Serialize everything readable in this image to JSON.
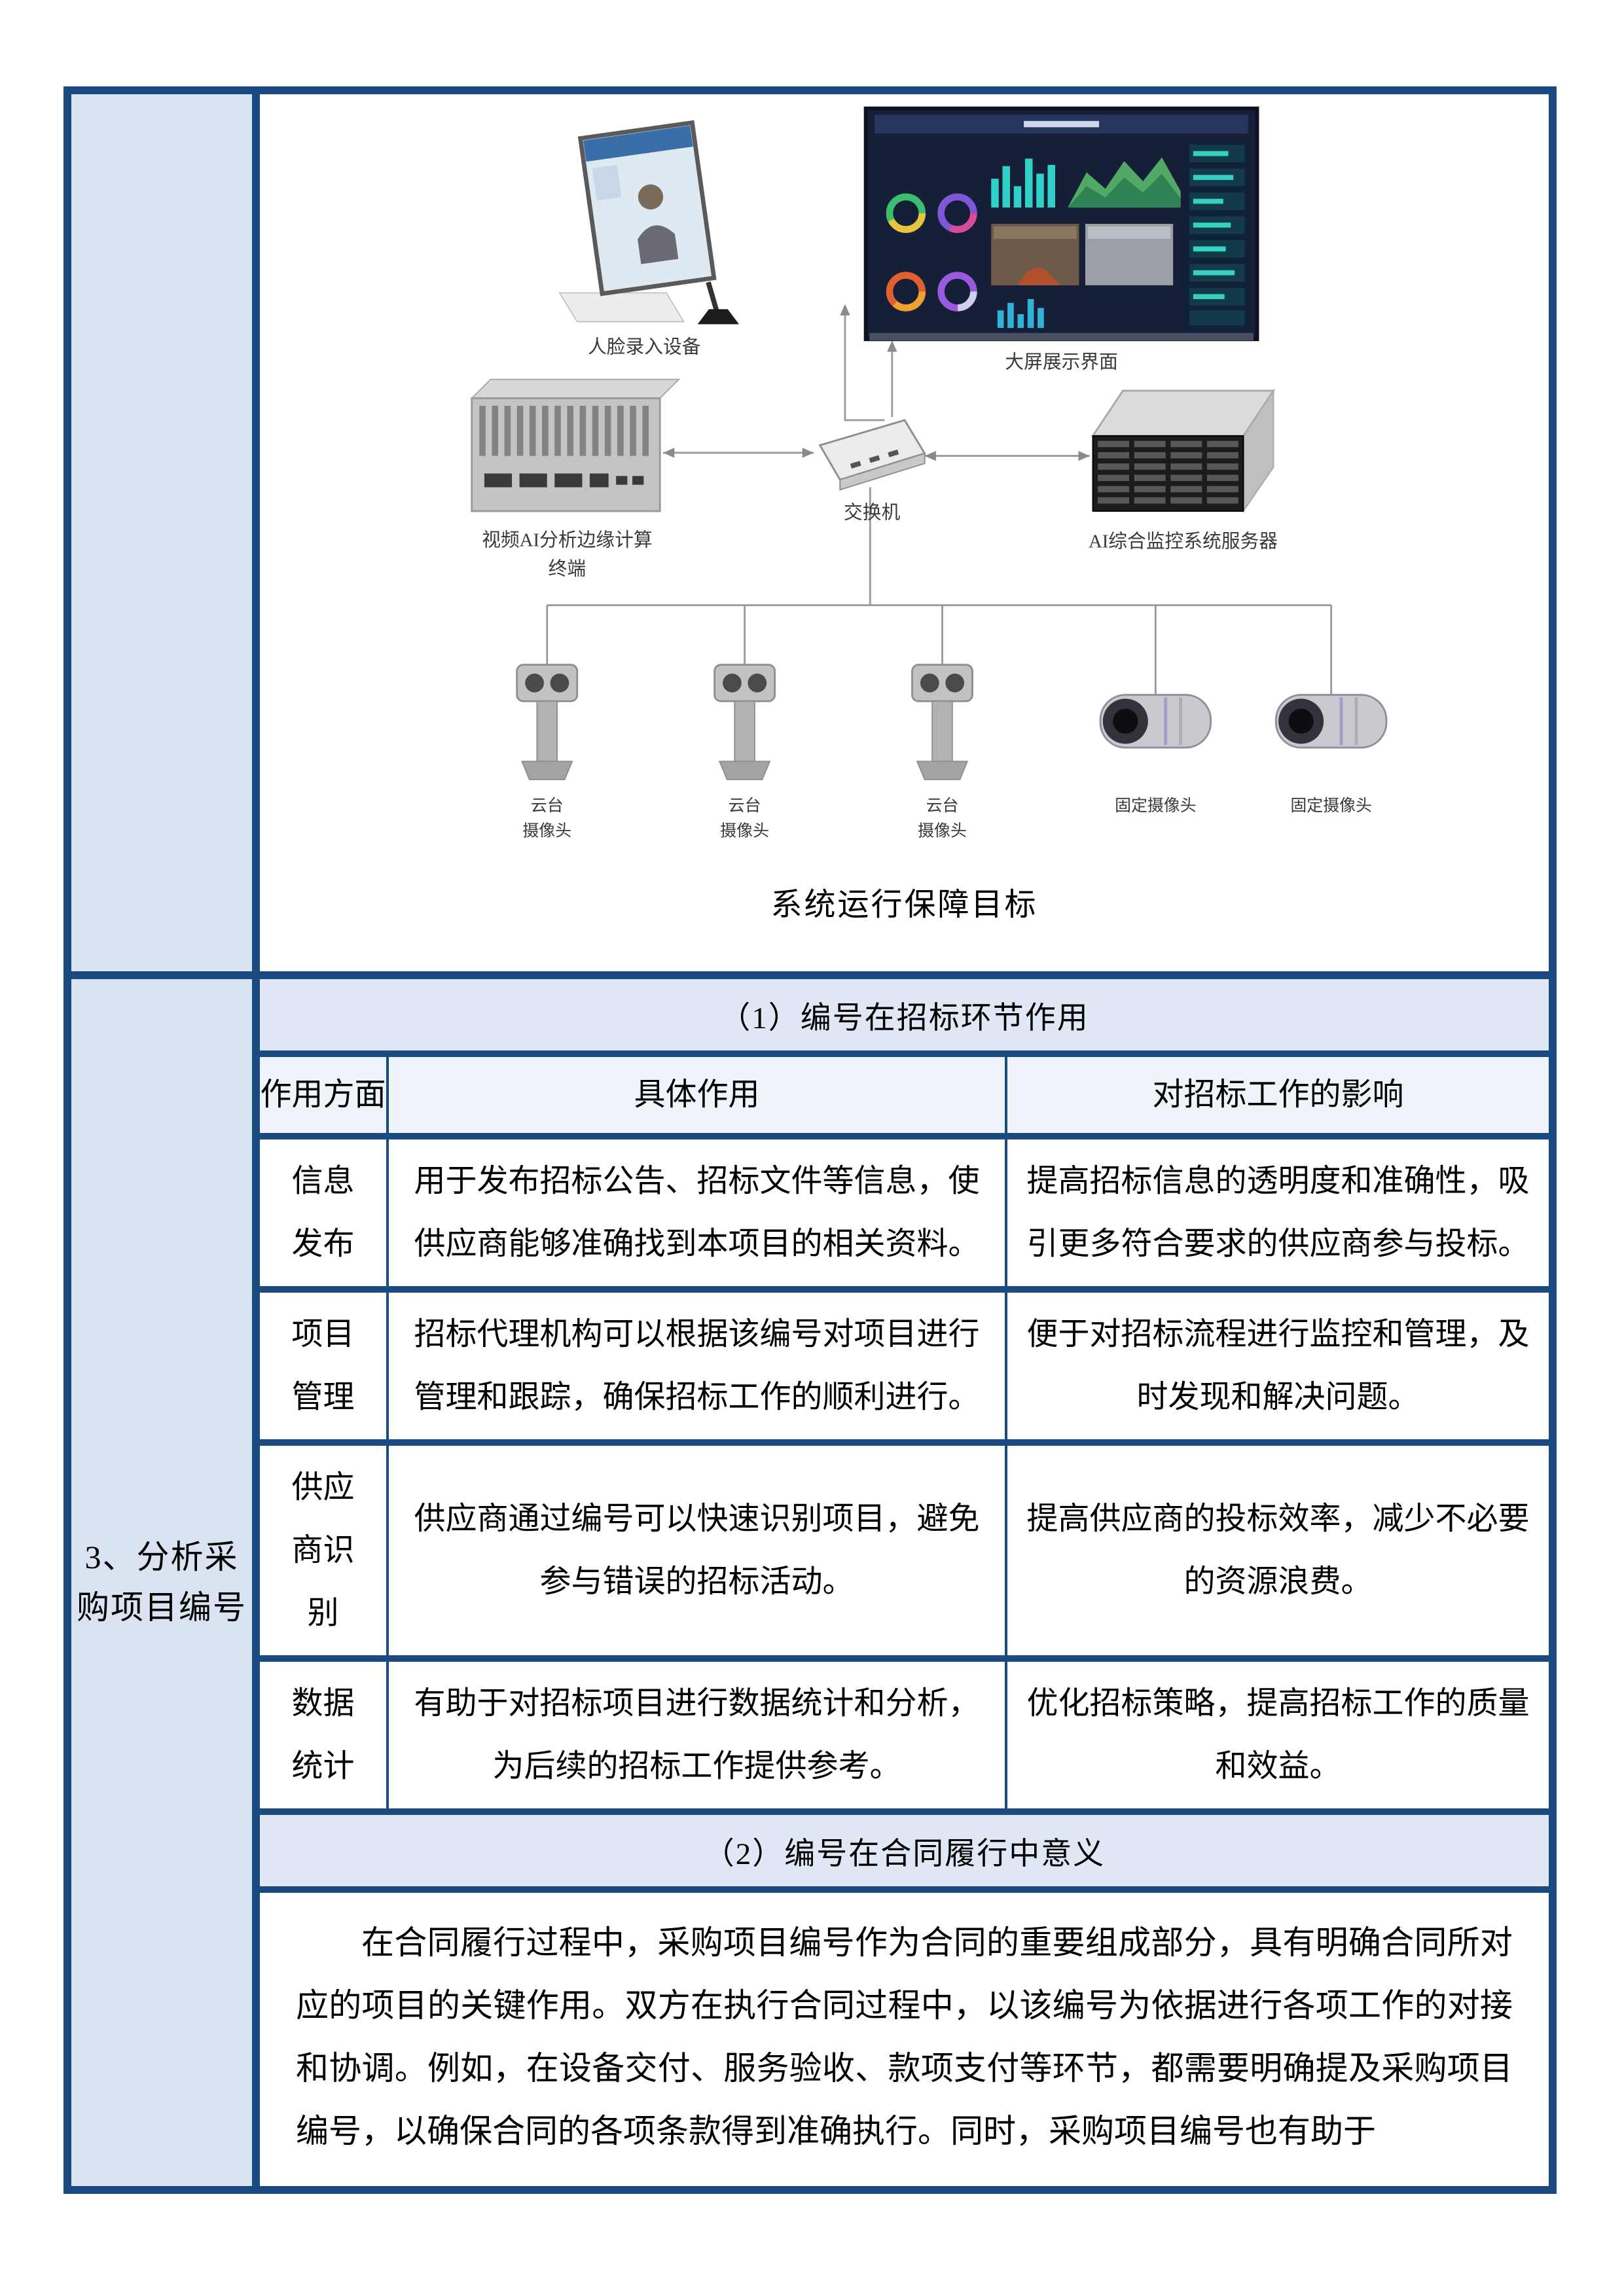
{
  "colors": {
    "border_navy": "#1A4A80",
    "side_column_bg": "#D9E3F1",
    "section_band_bg": "#DFE8F4",
    "table_header_bg": "#EFF4FB"
  },
  "sidebar": {
    "row2_label": "3、分析采\n购项目编号"
  },
  "diagram": {
    "caption": "系统运行保障目标",
    "labels": {
      "face_device": "人脸录入设备",
      "big_screen": "大屏展示界面",
      "edge_terminal_line1": "视频AI分析边缘计算",
      "edge_terminal_line2": "终端",
      "switch": "交换机",
      "ai_server": "AI综合监控系统服务器",
      "ptz_camera_line1": "云台",
      "ptz_camera_line2": "摄像头",
      "fixed_camera": "固定摄像头"
    }
  },
  "section1": {
    "heading": "（1）编号在招标环节作用",
    "table": {
      "headers": [
        "作用方面",
        "具体作用",
        "对招标工作的影响"
      ],
      "rows": [
        {
          "aspect": "信息发布",
          "detail": "用于发布招标公告、招标文件等信息，使供应商能够准确找到本项目的相关资料。",
          "impact": "提高招标信息的透明度和准确性，吸引更多符合要求的供应商参与投标。"
        },
        {
          "aspect": "项目管理",
          "detail": "招标代理机构可以根据该编号对项目进行管理和跟踪，确保招标工作的顺利进行。",
          "impact": "便于对招标流程进行监控和管理，及时发现和解决问题。"
        },
        {
          "aspect": "供应商识别",
          "detail": "供应商通过编号可以快速识别项目，避免参与错误的招标活动。",
          "impact": "提高供应商的投标效率，减少不必要的资源浪费。"
        },
        {
          "aspect": "数据统计",
          "detail": "有助于对招标项目进行数据统计和分析，为后续的招标工作提供参考。",
          "impact": "优化招标策略，提高招标工作的质量和效益。"
        }
      ]
    }
  },
  "section2": {
    "heading": "（2）编号在合同履行中意义",
    "paragraph": "在合同履行过程中，采购项目编号作为合同的重要组成部分，具有明确合同所对应的项目的关键作用。双方在执行合同过程中，以该编号为依据进行各项工作的对接和协调。例如，在设备交付、服务验收、款项支付等环节，都需要明确提及采购项目编号，以确保合同的各项条款得到准确执行。同时，采购项目编号也有助于"
  }
}
